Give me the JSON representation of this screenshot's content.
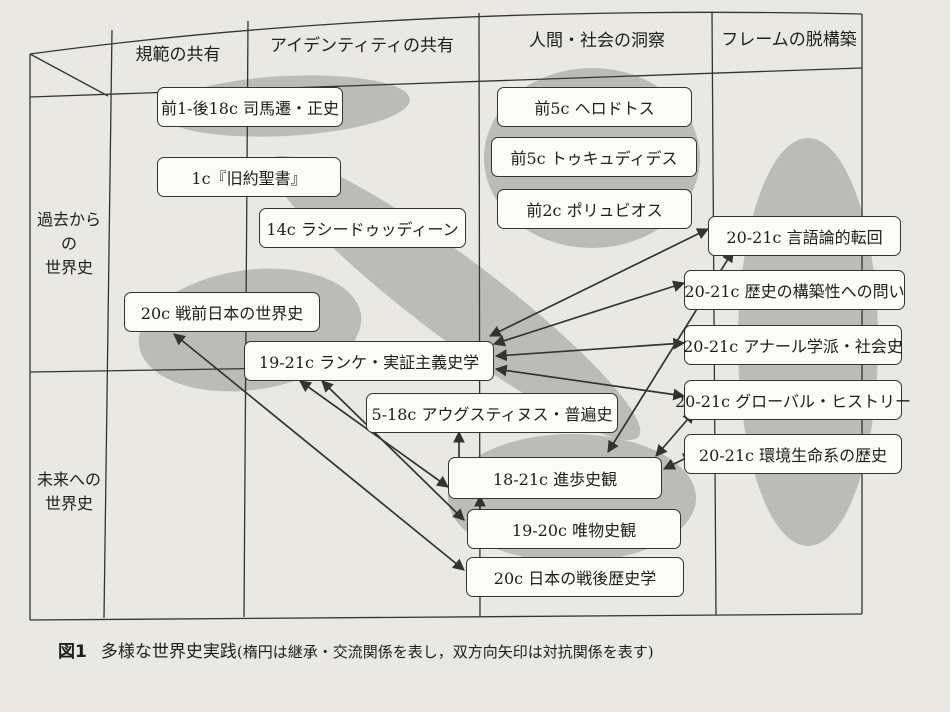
{
  "columns": [
    "規範の共有",
    "アイデンティティの共有",
    "人間・社会の洞察",
    "フレームの脱構築"
  ],
  "rows": [
    "過去からの\n世界史",
    "未来への\n世界史"
  ],
  "nodes": {
    "n1": "前1-後18c 司馬遷・正史",
    "n2": "1c『旧約聖書』",
    "n3": "14c ラシードゥッディーン",
    "n4": "20c 戦前日本の世界史",
    "n5": "19-21c ランケ・実証主義史学",
    "n6": "5-18c アウグスティヌス・普遍史",
    "n7": "18-21c 進歩史観",
    "n8": "19-20c 唯物史観",
    "n9": "20c 日本の戦後歴史学",
    "n10": "前5c ヘロドトス",
    "n11": "前5c トゥキュディデス",
    "n12": "前2c ポリュビオス",
    "n13": "20-21c 言語論的転回",
    "n14": "20-21c 歴史の構築性への問い",
    "n15": "20-21c アナール学派・社会史",
    "n16": "20-21c グローバル・ヒストリー",
    "n17": "20-21c 環境生命系の歴史"
  },
  "caption": {
    "number": "図1",
    "title": "多様な世界史実践",
    "note": "(楕円は継承・交流関係を表し，双方向矢印は対抗関係を表す)"
  },
  "colors": {
    "ellipse": "#a9a9a6",
    "line": "#333333",
    "box_fill": "#fbfbf7"
  }
}
